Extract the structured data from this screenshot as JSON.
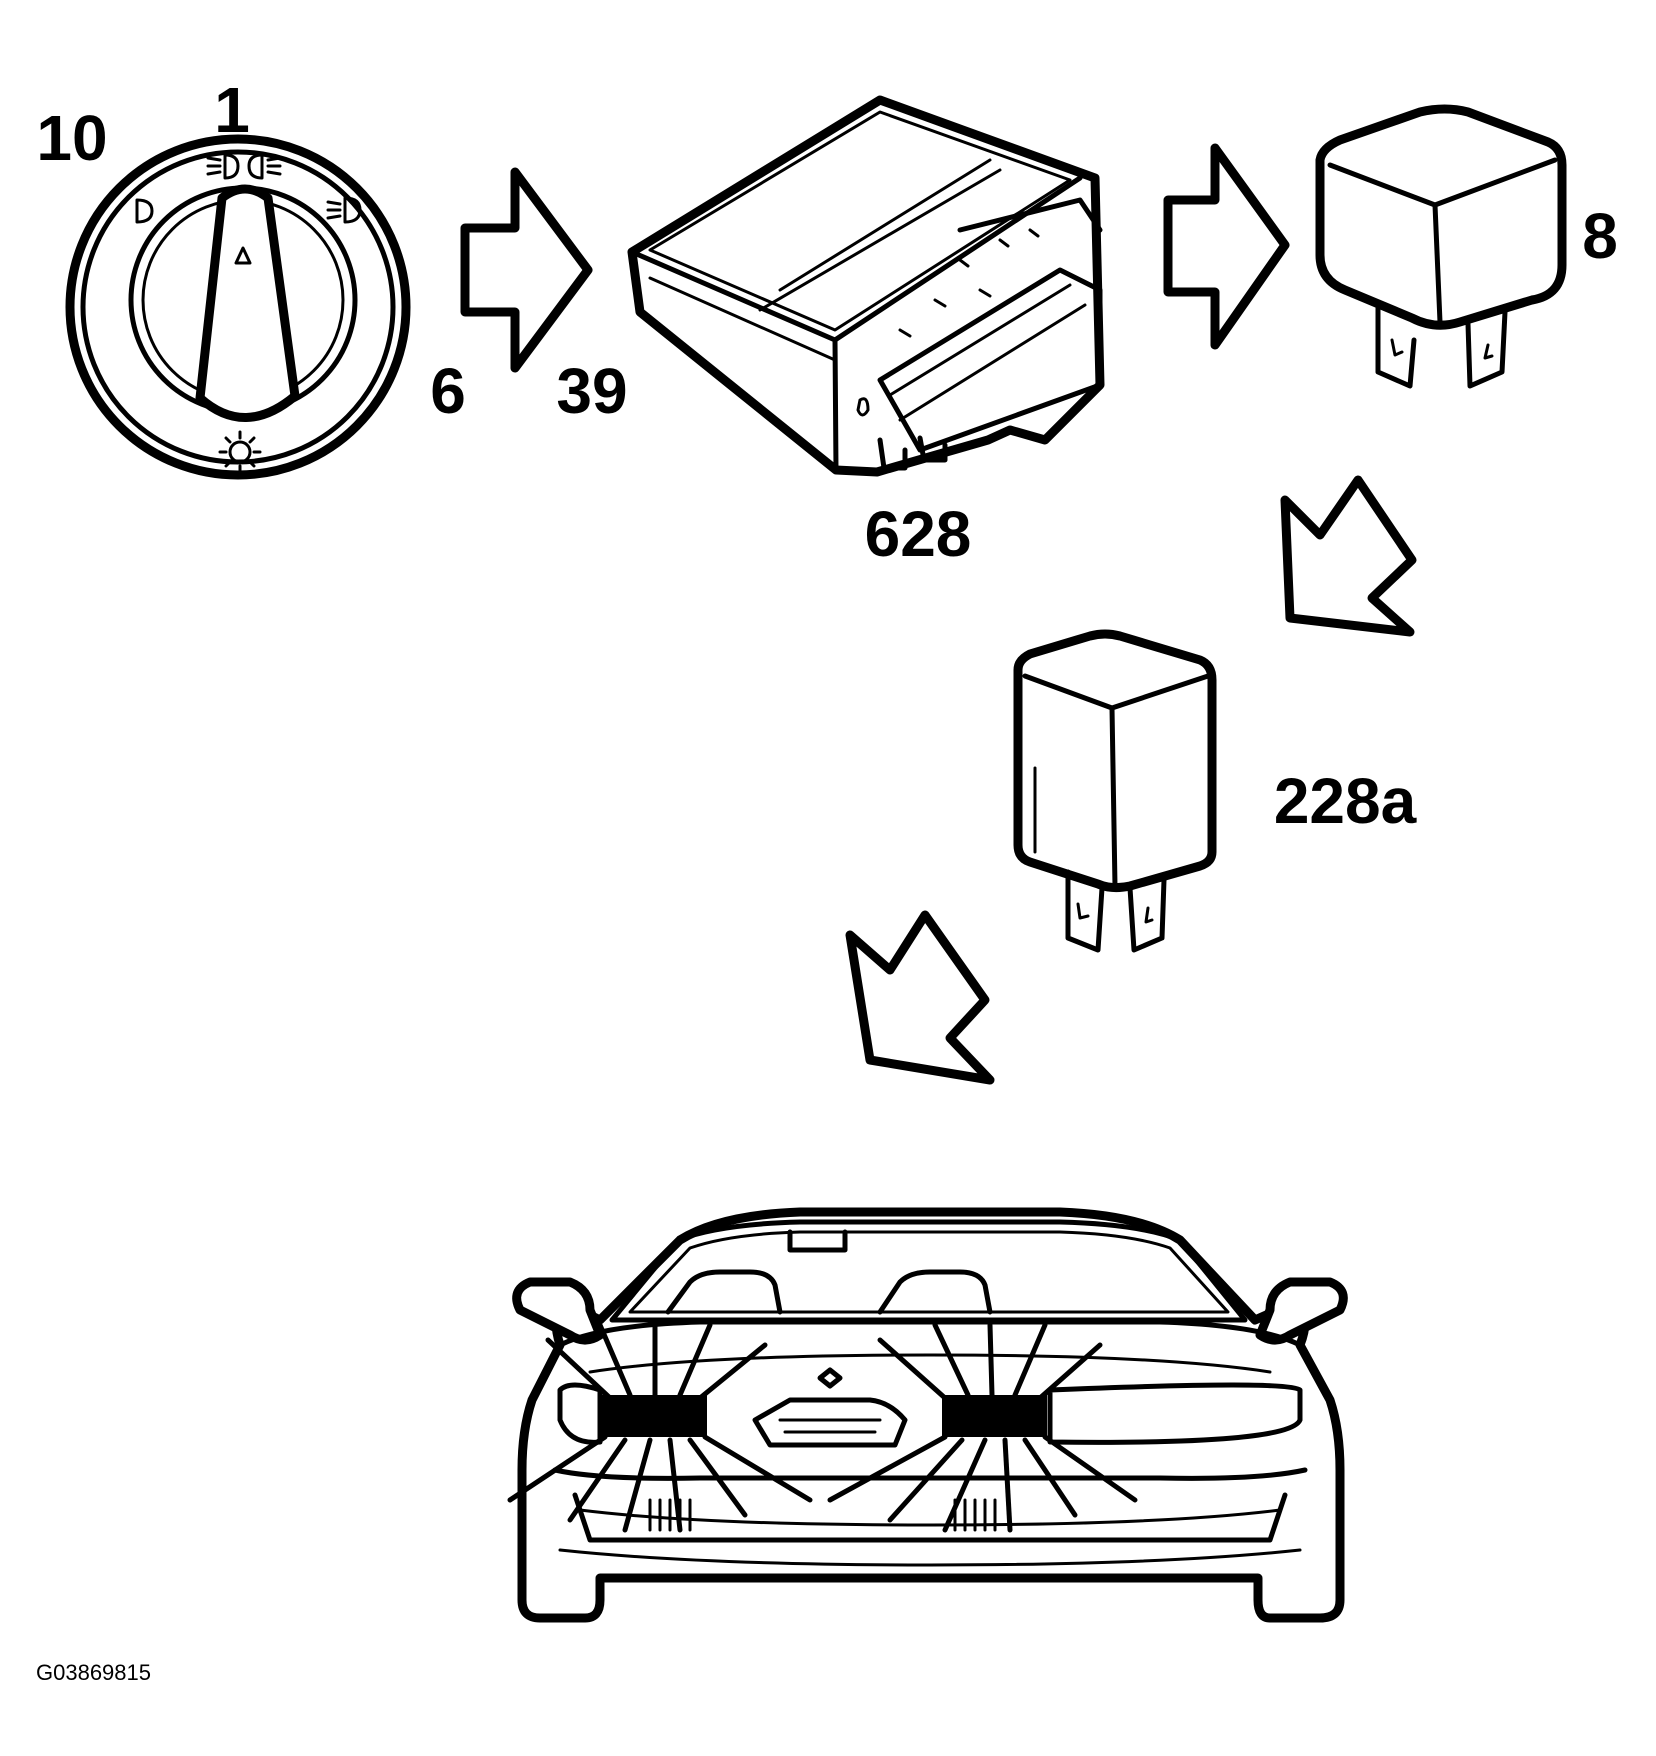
{
  "labels": {
    "switch_top": "1",
    "switch_left": "10",
    "switch_right": "6",
    "arrow_label": "39",
    "module": "628",
    "relay_top": "8",
    "relay_middle": "228a"
  },
  "figure_code": "G03869815",
  "colors": {
    "ink": "#000000",
    "paper": "#ffffff",
    "lamp": "#000000"
  }
}
